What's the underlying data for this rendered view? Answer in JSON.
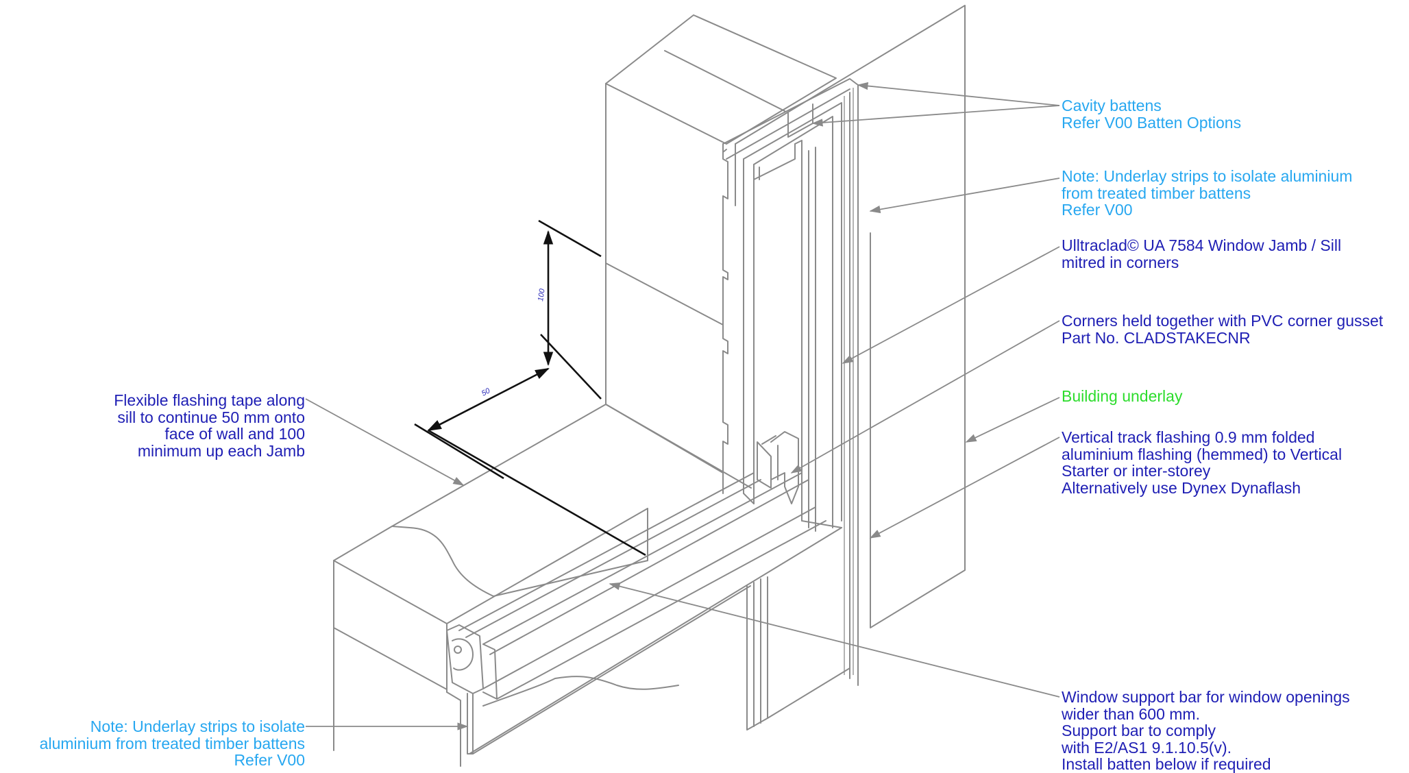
{
  "colors": {
    "note_navy": "#1e1eb4",
    "note_light_blue": "#27a7f0",
    "note_green": "#2cdc2c",
    "line_grey": "#8a8a8a",
    "dimension_black": "#111111"
  },
  "dimensions": {
    "vertical": "100",
    "horizontal": "50"
  },
  "annotations": {
    "cavity_battens": "Cavity battens\nRefer V00 Batten Options",
    "underlay_strips_right": "Note: Underlay strips to isolate aluminium\nfrom treated timber battens\nRefer V00",
    "window_jamb_sill": "Ulltraclad© UA 7584 Window Jamb / Sill\nmitred in corners",
    "corner_gusset": "Corners held together with PVC corner gusset\nPart No. CLADSTAKECNR",
    "building_underlay": "Building underlay",
    "vertical_track_flashing": "Vertical track flashing 0.9 mm folded\naluminium flashing (hemmed) to Vertical\nStarter or inter-storey\nAlternatively use Dynex Dynaflash",
    "window_support_bar": "Window support bar for window openings\nwider than 600 mm.\nSupport bar to comply\nwith E2/AS1 9.1.10.5(v).\nInstall batten below if required",
    "flexible_flashing_tape": "Flexible flashing tape along\nsill to continue 50 mm onto\nface of wall and 100\nminimum up each Jamb",
    "underlay_strips_left": "Note: Underlay strips to isolate\naluminium from treated timber battens\nRefer V00"
  }
}
